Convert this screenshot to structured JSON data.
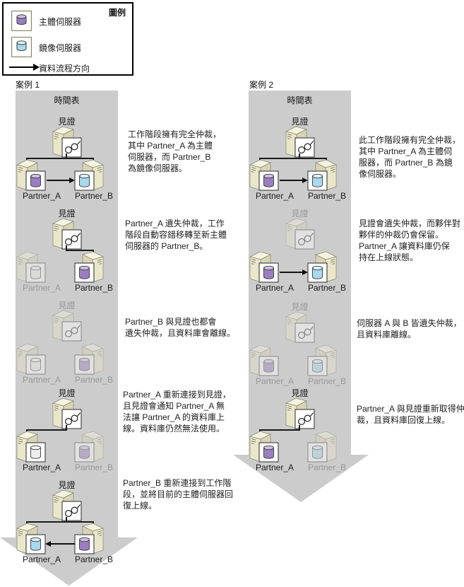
{
  "legend": {
    "title": "圖例",
    "items": [
      {
        "icon": "principal-db-icon",
        "db": "purple",
        "label": "主體伺服器"
      },
      {
        "icon": "mirror-db-icon",
        "db": "blue",
        "label": "鏡像伺服器"
      },
      {
        "icon": "data-flow-arrow-icon",
        "label": "資料流程方向"
      }
    ]
  },
  "colors": {
    "band": "#cccccc",
    "tower_top": "#f6f3e0",
    "tower_front": "#eae6ca",
    "tower_side": "#d8d4b4",
    "db_purple": "#9a7ec2",
    "db_purple_top": "#cfc0e2",
    "db_blue": "#a8d9ee",
    "db_blue_top": "#daf1f9",
    "db_white": "#eeeeea",
    "db_white_top": "#f8f8f6",
    "active_label": "#111111",
    "inactive_label": "#999999"
  },
  "cases": [
    {
      "label": "案例 1",
      "timeline_label": "時間表",
      "stages": [
        {
          "witness_label": "見證",
          "witness_active": true,
          "connect": "both",
          "partner_a": {
            "label": "Partner_A",
            "active": true,
            "db": "purple"
          },
          "partner_b": {
            "label": "Partner_B",
            "active": true,
            "db": "blue"
          },
          "flow": "a-to-b",
          "text": "工作階段擁有完全仲裁，\n其中 Partner_A 為主體\n伺服器，而 Partner_B\n為鏡像伺服器。"
        },
        {
          "witness_label": "見證",
          "witness_active": true,
          "connect": "right",
          "partner_a": {
            "label": "Partner_A",
            "active": false,
            "db": "white"
          },
          "partner_b": {
            "label": "Partner_B",
            "active": true,
            "db": "purple"
          },
          "flow": null,
          "text": "Partner_A 遺失仲裁，工作\n階段自動容錯移轉至新主體\n伺服器的 Partner_B。"
        },
        {
          "witness_label": "見證",
          "witness_active": false,
          "connect": "none",
          "partner_a": {
            "label": "Partner_A",
            "active": false,
            "db": "white"
          },
          "partner_b": {
            "label": "Partner_B",
            "active": false,
            "db": "purple"
          },
          "flow": null,
          "text": "Partner_B 與見證也都會\n遺失仲裁，且資料庫會離線。"
        },
        {
          "witness_label": "見證",
          "witness_active": true,
          "connect": "left",
          "partner_a": {
            "label": "Partner_A",
            "active": true,
            "db": "white"
          },
          "partner_b": {
            "label": "Partner_B",
            "active": false,
            "db": "purple"
          },
          "flow": null,
          "text": "Partner_A 重新連接到見證，\n且見證會通知 Partner_A 無\n法讓 Partner_A 的資料庫上\n線。資料庫仍然無法使用。"
        },
        {
          "witness_label": "見證",
          "witness_active": true,
          "connect": "both",
          "partner_a": {
            "label": "Partner_A",
            "active": true,
            "db": "blue"
          },
          "partner_b": {
            "label": "Partner_B",
            "active": true,
            "db": "purple"
          },
          "flow": "b-to-a",
          "text": "Partner_B 重新連接到工作階\n段，並將目前的主體伺服器回\n復上線。"
        }
      ]
    },
    {
      "label": "案例 2",
      "timeline_label": "時間表",
      "stages": [
        {
          "witness_label": "見證",
          "witness_active": true,
          "connect": "both",
          "partner_a": {
            "label": "Partner_A",
            "active": true,
            "db": "purple"
          },
          "partner_b": {
            "label": "Partner_B",
            "active": true,
            "db": "blue"
          },
          "flow": "a-to-b",
          "text": "此工作階段擁有完全仲裁，\n其中 Partner_A 為主體伺\n服器，而 Partner_B 為鏡\n像伺服器。"
        },
        {
          "witness_label": "見證",
          "witness_active": false,
          "connect": "none",
          "partner_a": {
            "label": "Partner_A",
            "active": true,
            "db": "purple"
          },
          "partner_b": {
            "label": "Partner_B",
            "active": true,
            "db": "blue"
          },
          "flow": "a-to-b",
          "text": "見證會遺失仲裁，而夥伴對\n夥伴的仲裁仍會保留。\nPartner_A 讓資料庫仍保\n持在上線狀態。"
        },
        {
          "witness_label": "見證",
          "witness_active": false,
          "connect": "none",
          "partner_a": {
            "label": "Partner_A",
            "active": false,
            "db": "purple"
          },
          "partner_b": {
            "label": "Partner_B",
            "active": false,
            "db": "blue"
          },
          "flow": null,
          "text": "伺服器 A 與 B 皆遺失仲裁，\n且資料庫離線。"
        },
        {
          "witness_label": "見證",
          "witness_active": true,
          "connect": "left",
          "partner_a": {
            "label": "Partner_A",
            "active": true,
            "db": "purple"
          },
          "partner_b": {
            "label": "Partner_B",
            "active": false,
            "db": "blue"
          },
          "flow": null,
          "text": "Partner_A 與見證重新取得仲\n裁，且資料庫回復上線。"
        }
      ]
    }
  ]
}
